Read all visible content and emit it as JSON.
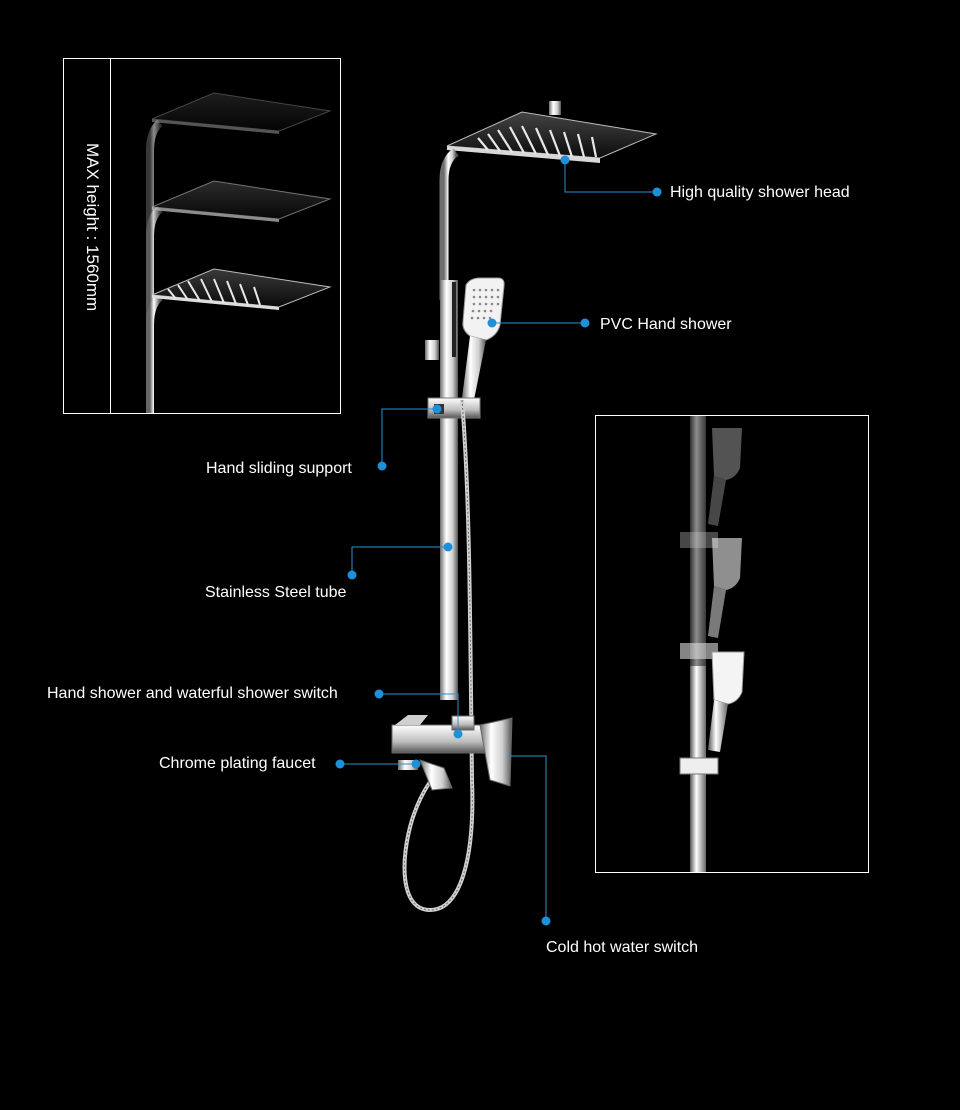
{
  "inset_left": {
    "caption": "MAX height : 1560mm"
  },
  "callouts": {
    "shower_head": "High quality shower head",
    "hand_shower": "PVC Hand shower",
    "sliding_support": "Hand sliding support",
    "steel_tube": "Stainless Steel tube",
    "switch": "Hand shower and waterful shower switch",
    "faucet": "Chrome plating faucet",
    "hot_cold": "Cold hot water switch"
  },
  "colors": {
    "background": "#000000",
    "callout_dot": "#1e90d8",
    "callout_line": "#2b8fcf",
    "chrome": "#e8e8e8"
  }
}
